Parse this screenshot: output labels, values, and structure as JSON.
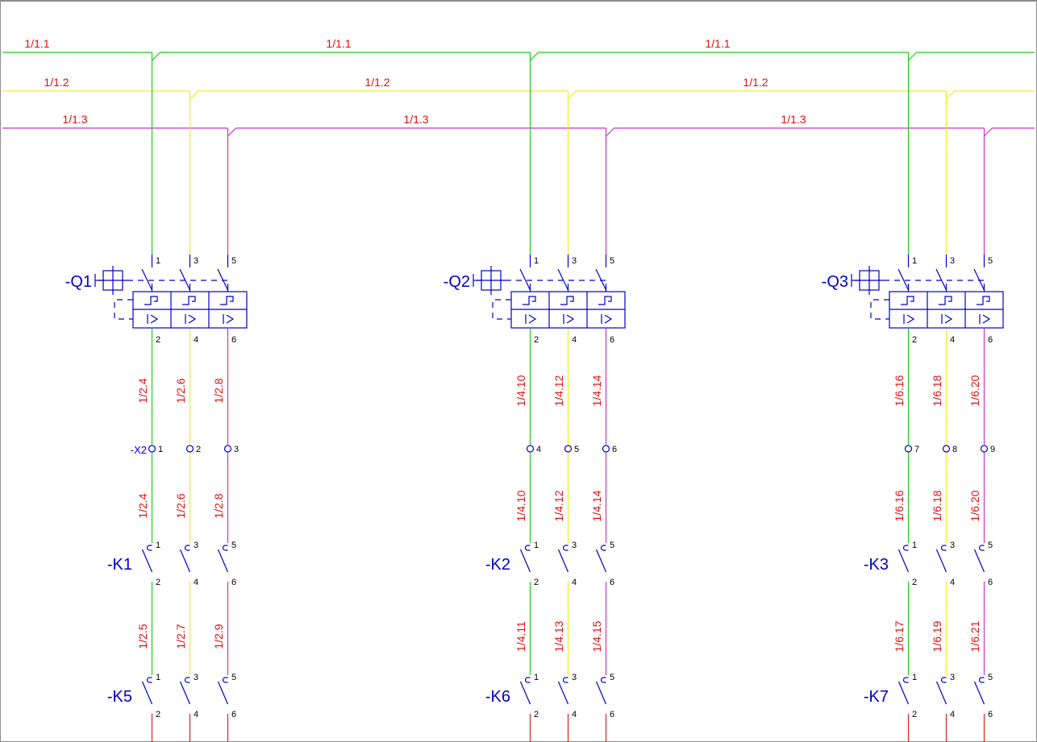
{
  "colors": {
    "l1": "#22cc22",
    "l2": "#eeee22",
    "l3": "#cc33cc",
    "outgoing": "#dd2222",
    "symbol": "#0000cc",
    "wire_label": "#e01010"
  },
  "bus": {
    "l1_label": "1/1.1",
    "l2_label": "1/1.2",
    "l3_label": "1/1.3"
  },
  "terminal_strip": {
    "name": "-X2"
  },
  "columns": [
    {
      "breaker": "-Q1",
      "breaker_terms_top": [
        "1",
        "3",
        "5"
      ],
      "breaker_terms_bottom": [
        "2",
        "4",
        "6"
      ],
      "wires_upper": [
        "1/2.4",
        "1/2.6",
        "1/2.8"
      ],
      "terminals": [
        "1",
        "2",
        "3"
      ],
      "wires_mid": [
        "1/2.4",
        "1/2.6",
        "1/2.8"
      ],
      "contactor1": "-K1",
      "wires_lower": [
        "1/2.5",
        "1/2.7",
        "1/2.9"
      ],
      "contactor2": "-K5",
      "contact_terms_top": [
        "1",
        "3",
        "5"
      ],
      "contact_terms_bottom": [
        "2",
        "4",
        "6"
      ]
    },
    {
      "breaker": "-Q2",
      "breaker_terms_top": [
        "1",
        "3",
        "5"
      ],
      "breaker_terms_bottom": [
        "2",
        "4",
        "6"
      ],
      "wires_upper": [
        "1/4.10",
        "1/4.12",
        "1/4.14"
      ],
      "terminals": [
        "4",
        "5",
        "6"
      ],
      "wires_mid": [
        "1/4.10",
        "1/4.12",
        "1/4.14"
      ],
      "contactor1": "-K2",
      "wires_lower": [
        "1/4.11",
        "1/4.13",
        "1/4.15"
      ],
      "contactor2": "-K6",
      "contact_terms_top": [
        "1",
        "3",
        "5"
      ],
      "contact_terms_bottom": [
        "2",
        "4",
        "6"
      ]
    },
    {
      "breaker": "-Q3",
      "breaker_terms_top": [
        "1",
        "3",
        "5"
      ],
      "breaker_terms_bottom": [
        "2",
        "4",
        "6"
      ],
      "wires_upper": [
        "1/6.16",
        "1/6.18",
        "1/6.20"
      ],
      "terminals": [
        "7",
        "8",
        "9"
      ],
      "wires_mid": [
        "1/6.16",
        "1/6.18",
        "1/6.20"
      ],
      "contactor1": "-K3",
      "wires_lower": [
        "1/6.17",
        "1/6.19",
        "1/6.21"
      ],
      "contactor2": "-K7",
      "contact_terms_top": [
        "1",
        "3",
        "5"
      ],
      "contact_terms_bottom": [
        "2",
        "4",
        "6"
      ]
    }
  ]
}
